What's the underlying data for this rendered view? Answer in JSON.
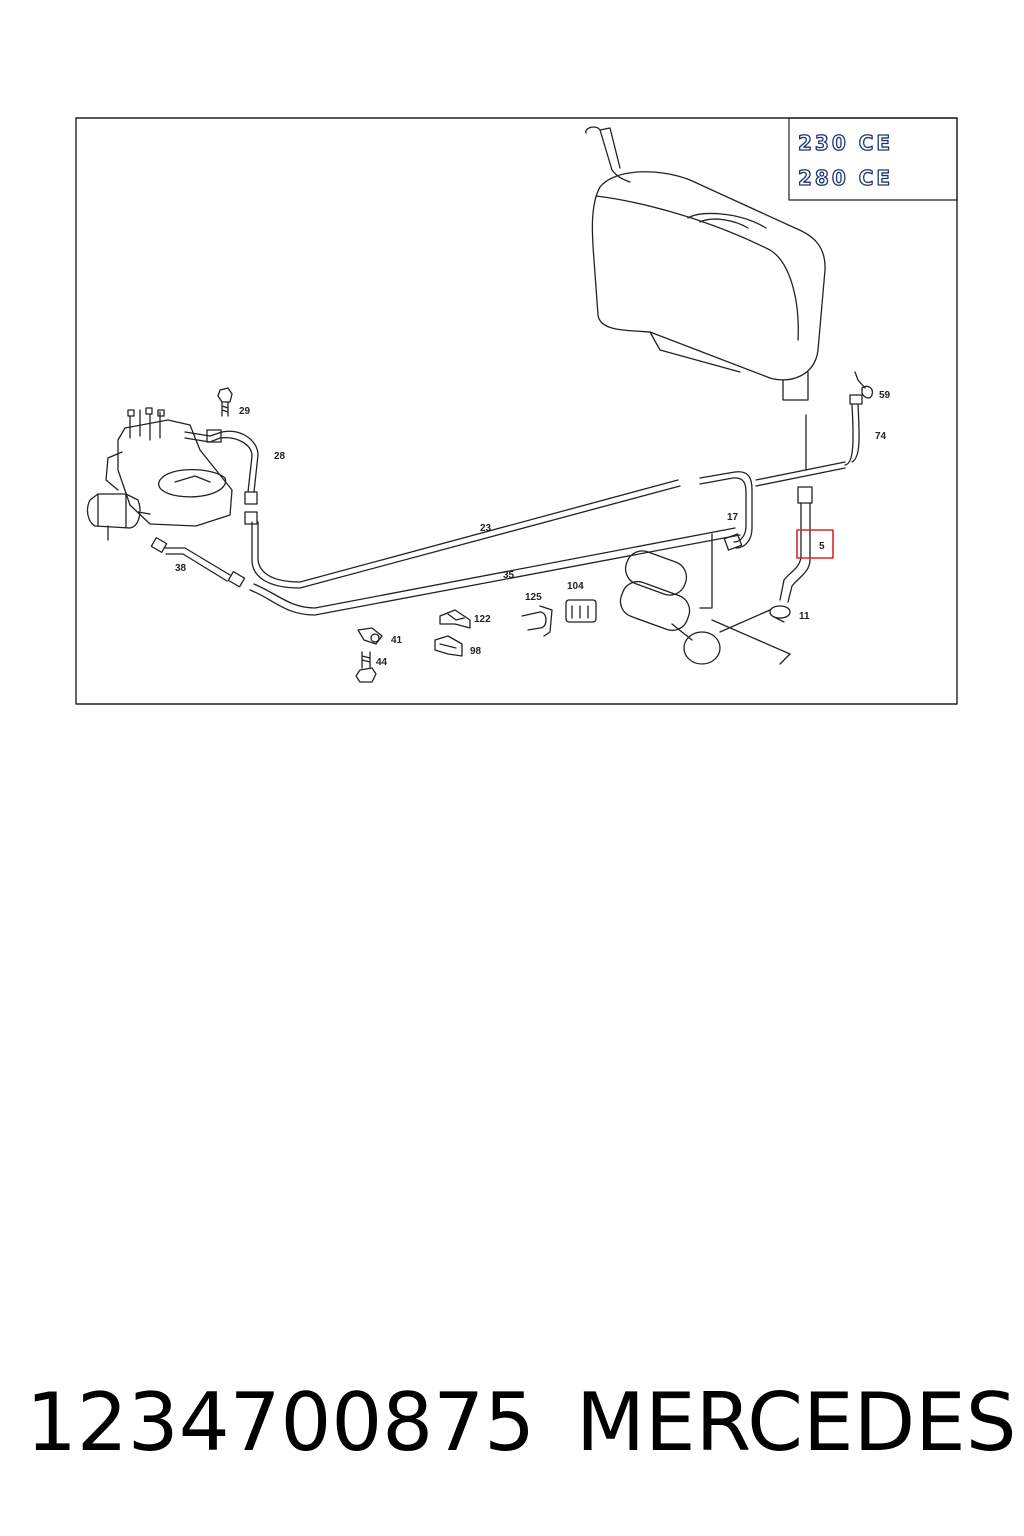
{
  "diagram": {
    "model_badges": [
      "230 CE",
      "280 CE"
    ],
    "callouts": {
      "p5": "5",
      "p11": "11",
      "p17": "17",
      "p23": "23",
      "p28": "28",
      "p29": "29",
      "p35": "35",
      "p38": "38",
      "p41": "41",
      "p44": "44",
      "p59": "59",
      "p74": "74",
      "p98": "98",
      "p104": "104",
      "p122": "122",
      "p125": "125"
    },
    "highlighted_part": "5",
    "highlight_color": "#e0242a",
    "line_color": "#222222"
  },
  "caption": {
    "part_number": "1234700875",
    "brand": "MERCEDES"
  }
}
